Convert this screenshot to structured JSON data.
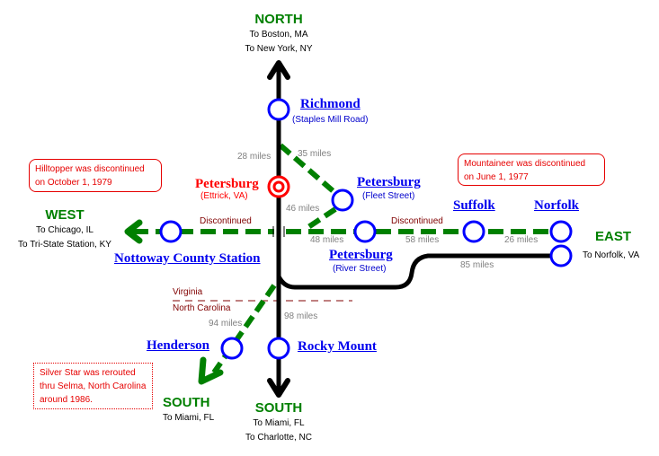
{
  "colors": {
    "active_line": "#000000",
    "discontinued_line": "#008000",
    "station_ring": "#0000ff",
    "current_station": "#ff0000",
    "direction_label": "#008000",
    "note_text": "#e60000"
  },
  "directions": {
    "north": {
      "label": "NORTH",
      "destinations": [
        "To Boston, MA",
        "To New York, NY"
      ]
    },
    "west": {
      "label": "WEST",
      "destinations": [
        "To Chicago, IL",
        "To Tri-State Station, KY"
      ]
    },
    "east": {
      "label": "EAST",
      "destinations": [
        "To Norfolk, VA"
      ]
    },
    "south_discontinued": {
      "label": "SOUTH",
      "destinations": [
        "To Miami, FL"
      ]
    },
    "south": {
      "label": "SOUTH",
      "destinations": [
        "To Miami, FL",
        "To Charlotte, NC"
      ]
    }
  },
  "stations": {
    "richmond": {
      "name": "Richmond",
      "sub": "(Staples Mill Road)"
    },
    "petersburg_ettrick": {
      "name": "Petersburg",
      "sub": "(Ettrick, VA)",
      "current": true
    },
    "petersburg_fleet": {
      "name": "Petersburg",
      "sub": "(Fleet Street)"
    },
    "petersburg_river": {
      "name": "Petersburg",
      "sub": "(River Street)"
    },
    "nottoway": {
      "name": "Nottoway County Station"
    },
    "suffolk": {
      "name": "Suffolk"
    },
    "norfolk_old": {
      "name": "Norfolk"
    },
    "henderson": {
      "name": "Henderson"
    },
    "rocky_mount": {
      "name": "Rocky Mount"
    }
  },
  "distances": {
    "richmond_ettrick": "28 miles",
    "richmond_fleet": "35 miles",
    "fleet_river": "46 miles",
    "ettrick_river": "48 miles",
    "river_suffolk": "58 miles",
    "suffolk_norfolk": "26 miles",
    "ettrick_norfolk": "85 miles",
    "ettrick_henderson": "94 miles",
    "ettrick_rocky_mount": "98 miles"
  },
  "labels": {
    "discontinued_west": "Discontinued",
    "discontinued_east": "Discontinued",
    "state_north": "Virginia",
    "state_south": "North Carolina"
  },
  "notes": {
    "hilltopper": [
      "Hilltopper was discontinued",
      "on October 1, 1979"
    ],
    "mountaineer": [
      "Mountaineer was discontinued",
      "on June 1, 1977"
    ],
    "silver_star": [
      "Silver Star was rerouted",
      "thru Selma, North Carolina",
      "around 1986."
    ]
  }
}
